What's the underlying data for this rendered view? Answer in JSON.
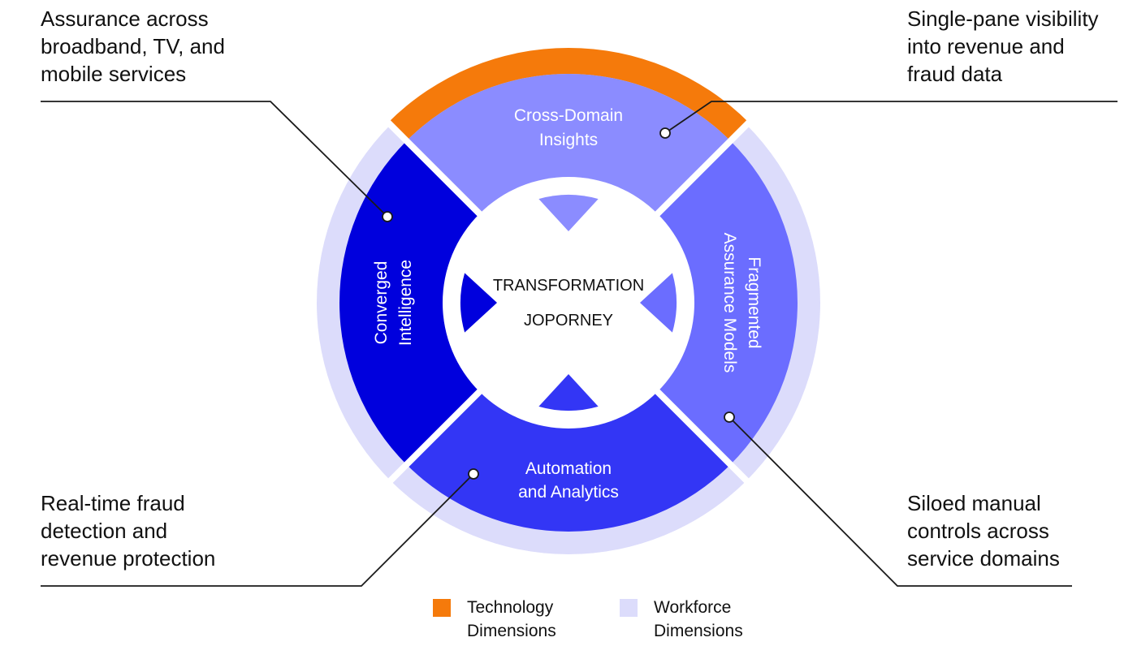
{
  "center": {
    "line1": "TRANSFORMATION",
    "line2": "JOPORNEY"
  },
  "segments": {
    "top": {
      "line1": "Cross-Domain",
      "line2": "Insights",
      "color": "#8b8cff"
    },
    "right": {
      "line1": "Fragmented",
      "line2": "Assurance Models",
      "color": "#6b6dff"
    },
    "bottom": {
      "line1": "Automation",
      "line2": "and Analytics",
      "color": "#3336f5"
    },
    "left": {
      "line1": "Converged",
      "line2": "Intelligence",
      "color": "#0000dd"
    }
  },
  "callouts": {
    "top_left": "Assurance across\nbroadband, TV, and\nmobile services",
    "top_right": "Single-pane visibility\ninto revenue and\nfraud data",
    "bottom_left": "Real-time fraud\ndetection and\nrevenue protection",
    "bottom_right": "Siloed manual\ncontrols across\nservice domains"
  },
  "legend": {
    "technology": {
      "label": "Technology\nDimensions",
      "color": "#f57a0b"
    },
    "workforce": {
      "label": "Workforce\nDimensions",
      "color": "#dcdcfb"
    }
  }
}
